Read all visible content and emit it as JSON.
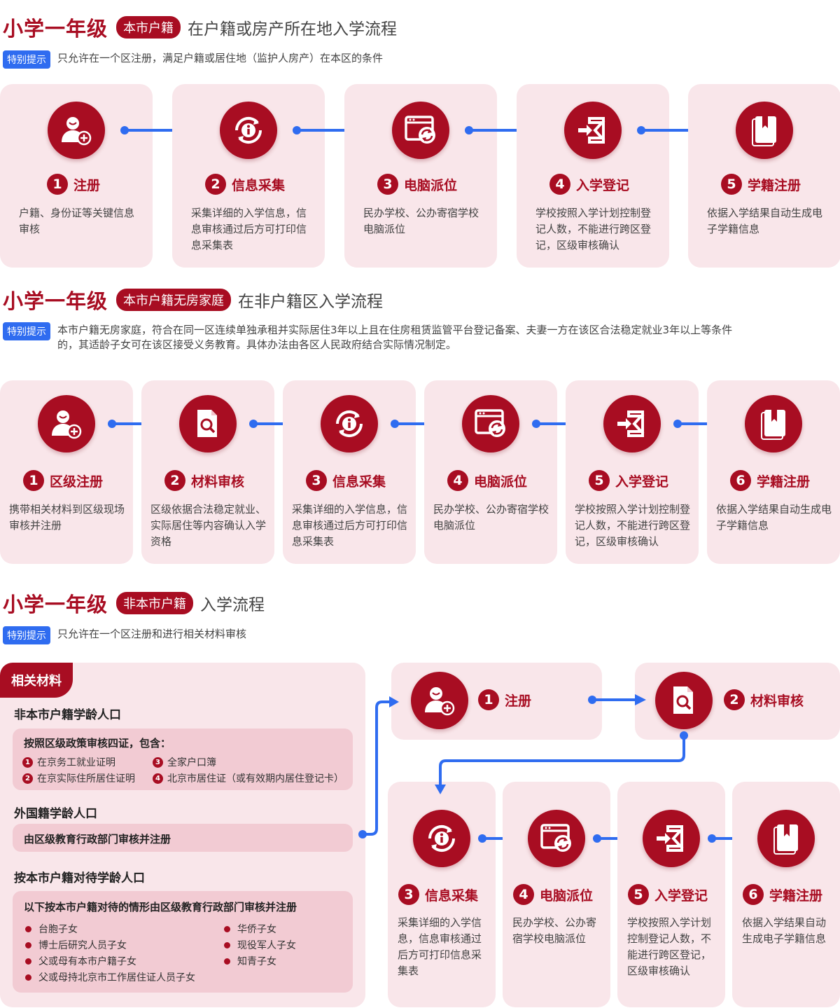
{
  "section1": {
    "title": "小学一年级",
    "badge": "本市户籍",
    "rest": "在户籍或房产所在地入学流程",
    "note_tag": "特别提示",
    "note": "只允许在一个区注册，满足户籍或居住地（监护人房产）在本区的条件",
    "steps": [
      {
        "num": "1",
        "label": "注册",
        "desc": "户籍、身份证等关键信息审核",
        "icon": "user-add-icon"
      },
      {
        "num": "2",
        "label": "信息采集",
        "desc": "采集详细的入学信息，信息审核通过后方可打印信息采集表",
        "icon": "info-cycle-icon"
      },
      {
        "num": "3",
        "label": "电脑派位",
        "desc": "民办学校、公办寄宿学校电脑派位",
        "icon": "computer-refresh-icon"
      },
      {
        "num": "4",
        "label": "入学登记",
        "desc": "学校按照入学计划控制登记人数，不能进行跨区登记，区级审核确认",
        "icon": "enter-register-icon"
      },
      {
        "num": "5",
        "label": "学籍注册",
        "desc": "依据入学结果自动生成电子学籍信息",
        "icon": "bookmark-book-icon"
      }
    ]
  },
  "section2": {
    "title": "小学一年级",
    "badge": "本市户籍无房家庭",
    "rest": "在非户籍区入学流程",
    "note_tag": "特别提示",
    "note": "本市户籍无房家庭，符合在同一区连续单独承租并实际居住3年以上且在住房租赁监管平台登记备案、夫妻一方在该区合法稳定就业3年以上等条件的，其适龄子女可在该区接受义务教育。具体办法由各区人民政府结合实际情况制定。",
    "steps": [
      {
        "num": "1",
        "label": "区级注册",
        "desc": "携带相关材料到区级现场审核并注册",
        "icon": "user-add-icon"
      },
      {
        "num": "2",
        "label": "材料审核",
        "desc": "区级依据合法稳定就业、实际居住等内容确认入学资格",
        "icon": "document-search-icon"
      },
      {
        "num": "3",
        "label": "信息采集",
        "desc": "采集详细的入学信息，信息审核通过后方可打印信息采集表",
        "icon": "info-cycle-icon"
      },
      {
        "num": "4",
        "label": "电脑派位",
        "desc": "民办学校、公办寄宿学校电脑派位",
        "icon": "computer-refresh-icon"
      },
      {
        "num": "5",
        "label": "入学登记",
        "desc": "学校按照入学计划控制登记人数，不能进行跨区登记，区级审核确认",
        "icon": "enter-register-icon"
      },
      {
        "num": "6",
        "label": "学籍注册",
        "desc": "依据入学结果自动生成电子学籍信息",
        "icon": "bookmark-book-icon"
      }
    ]
  },
  "section3": {
    "title": "小学一年级",
    "badge": "非本市户籍",
    "rest": "入学流程",
    "note_tag": "特别提示",
    "note": "只允许在一个区注册和进行相关材料审核",
    "materials": {
      "tab": "相关材料",
      "group1_title": "非本市户籍学龄人口",
      "group1_inner_title": "按照区级政策审核四证，包含：",
      "group1_items": [
        {
          "num": "1",
          "text": "在京务工就业证明"
        },
        {
          "num": "2",
          "text": "在京实际住所居住证明"
        },
        {
          "num": "3",
          "text": "全家户口簿"
        },
        {
          "num": "4",
          "text": "北京市居住证（或有效期内居住登记卡）"
        }
      ],
      "group2_title": "外国籍学龄人口",
      "group2_inner": "由区级教育行政部门审核并注册",
      "group3_title": "按本市户籍对待学龄人口",
      "group3_inner_title": "以下按本市户籍对待的情形由区级教育行政部门审核并注册",
      "group3_items": [
        "台胞子女",
        "博士后研究人员子女",
        "父或母有本市户籍子女",
        "父或母持北京市工作居住证人员子女",
        "华侨子女",
        "现役军人子女",
        "知青子女"
      ]
    },
    "steps": [
      {
        "num": "1",
        "label": "注册",
        "icon": "user-add-icon"
      },
      {
        "num": "2",
        "label": "材料审核",
        "icon": "document-search-icon"
      },
      {
        "num": "3",
        "label": "信息采集",
        "desc": "采集详细的入学信息，信息审核通过后方可打印信息采集表",
        "icon": "info-cycle-icon"
      },
      {
        "num": "4",
        "label": "电脑派位",
        "desc": "民办学校、公办寄宿学校电脑派位",
        "icon": "computer-refresh-icon"
      },
      {
        "num": "5",
        "label": "入学登记",
        "desc": "学校按照入学计划控制登记人数，不能进行跨区登记，区级审核确认",
        "icon": "enter-register-icon"
      },
      {
        "num": "6",
        "label": "学籍注册",
        "desc": "依据入学结果自动生成电子学籍信息",
        "icon": "bookmark-book-icon"
      }
    ]
  }
}
